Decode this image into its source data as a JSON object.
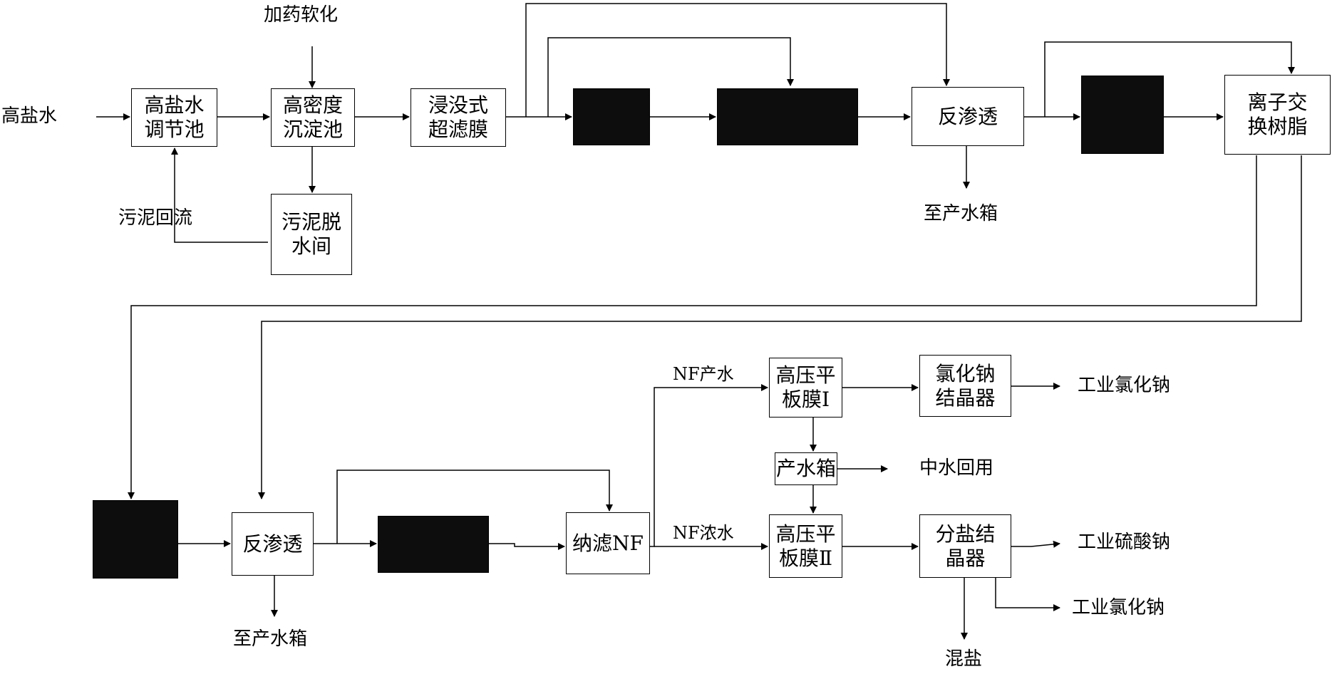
{
  "inputs": {
    "high_salt_water": "高盐水",
    "chem_softening": "加药软化",
    "sludge_return": "污泥回流"
  },
  "boxes": {
    "regulating_tank": [
      "高盐水",
      "调节池"
    ],
    "hd_sedimentation": [
      "高密度",
      "沉淀池"
    ],
    "sludge_dewatering": [
      "污泥脱",
      "水间"
    ],
    "submerged_uf": [
      "浸没式",
      "超滤膜"
    ],
    "ro_1": [
      "反渗透"
    ],
    "ion_exchange": [
      "离子交",
      "换树脂"
    ],
    "ro_2": [
      "反渗透"
    ],
    "nf": [
      "纳滤NF"
    ],
    "hp_membrane_1": [
      "高压平",
      "板膜Ⅰ"
    ],
    "product_tank": [
      "产水箱"
    ],
    "hp_membrane_2": [
      "高压平",
      "板膜Ⅱ"
    ],
    "nacl_crystallizer": [
      "氯化钠",
      "结晶器"
    ],
    "salt_separation_crystallizer": [
      "分盐结",
      "晶器"
    ]
  },
  "outputs": {
    "to_product_tank_1": "至产水箱",
    "to_product_tank_2": "至产水箱",
    "nf_permeate": "NF产水",
    "nf_concentrate": "NF浓水",
    "industrial_nacl_1": "工业氯化钠",
    "reclaimed_water_reuse": "中水回用",
    "industrial_na2so4": "工业硫酸钠",
    "industrial_nacl_2": "工业氯化钠",
    "mixed_salt": "混盐"
  }
}
